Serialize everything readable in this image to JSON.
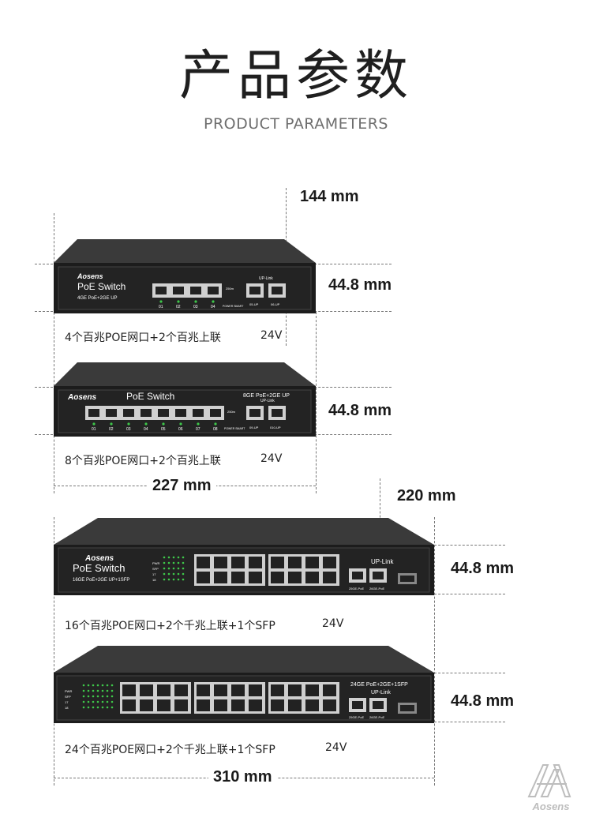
{
  "header": {
    "title_cn": "产品参数",
    "title_en": "PRODUCT PARAMETERS"
  },
  "dimensions": {
    "depth_small": "144 mm",
    "height": "44.8 mm",
    "width_small": "227 mm",
    "depth_large": "220 mm",
    "width_large": "310 mm"
  },
  "products": [
    {
      "caption": "4个百兆POE网口+2个百兆上联",
      "voltage": "24V",
      "brand": "Aosens",
      "name": "PoE Switch",
      "subtitle": "4GE PoE+2GE UP",
      "uplink_label": "UP-Link",
      "port_labels": [
        "01",
        "02",
        "03",
        "04"
      ],
      "uplink_port_labels": [
        "05-UP",
        "06-UP"
      ],
      "mode_label": "250m",
      "power_label": "POWER SMART"
    },
    {
      "caption": "8个百兆POE网口+2个百兆上联",
      "voltage": "24V",
      "brand": "Aosens",
      "name": "PoE Switch",
      "subtitle": "8GE PoE+2GE UP",
      "uplink_label": "UP-Link",
      "port_labels": [
        "01",
        "02",
        "03",
        "04",
        "05",
        "06",
        "07",
        "08"
      ],
      "uplink_port_labels": [
        "09-UP",
        "010-UP"
      ],
      "mode_label": "250m",
      "power_label": "POWER SMART"
    },
    {
      "caption": "16个百兆POE网口+2个千兆上联+1个SFP",
      "voltage": "24V",
      "brand": "Aosens",
      "name": "PoE Switch",
      "subtitle": "16GE PoE+2GE UP+1SFP",
      "uplink_label": "UP-Link",
      "uplink_port_labels": [
        "25GE-PoE",
        "26GE-PoE"
      ],
      "status_labels": [
        "PWR",
        "SFP",
        "17",
        "18"
      ]
    },
    {
      "caption": "24个百兆POE网口+2个千兆上联+1个SFP",
      "voltage": "24V",
      "name_line1": "24GE PoE+2GE+1SFP",
      "uplink_label": "UP-Link",
      "uplink_port_labels": [
        "25GE-PoE",
        "26GE-PoE"
      ],
      "status_labels": [
        "PWR",
        "SFP",
        "17",
        "18"
      ]
    }
  ],
  "watermark": {
    "brand": "Aosens"
  },
  "colors": {
    "chassis": "#1c1c1c",
    "chassis_top": "#3a3a3a",
    "port": "#d0d0d0",
    "led": "#3ec84a",
    "text": "#1a1a1a"
  }
}
